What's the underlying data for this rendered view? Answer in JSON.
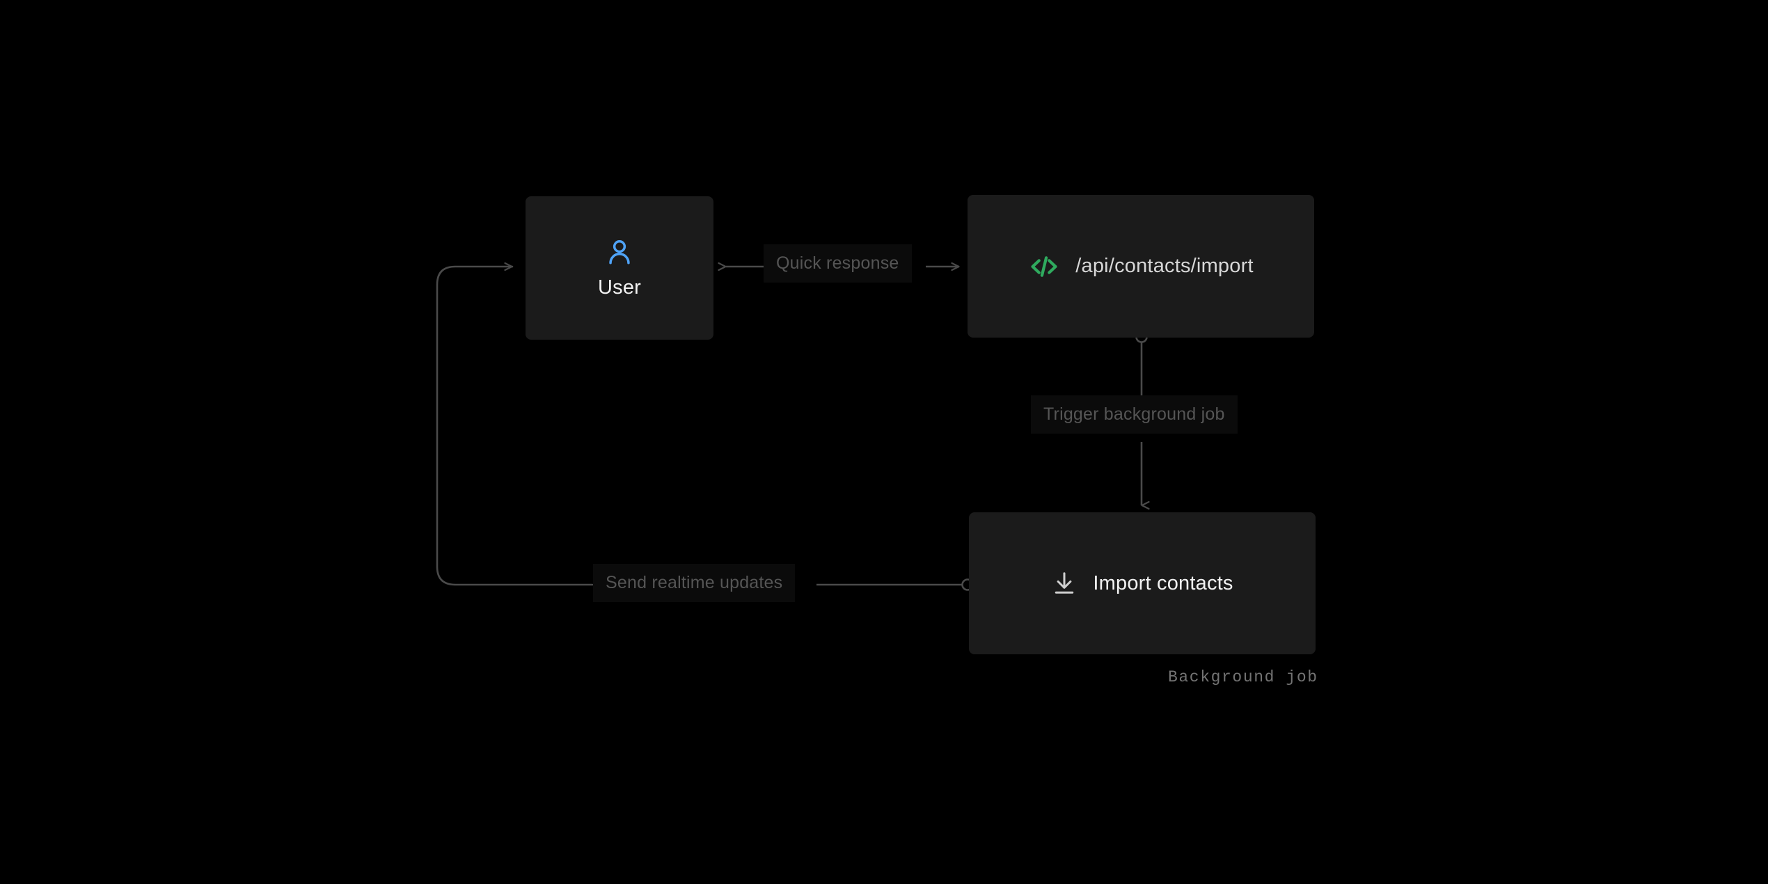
{
  "diagram": {
    "background_color": "#000000",
    "node_fill": "#1b1b1b",
    "edge_color": "#4a4a4a",
    "label_color": "#555555",
    "accent_blue": "#4fa3f7",
    "accent_green": "#2faa5e",
    "nodes": [
      {
        "id": "user",
        "label": "User",
        "icon": "user-icon",
        "icon_color": "#4fa3f7",
        "layout": "stacked"
      },
      {
        "id": "api",
        "label": "/api/contacts/import",
        "icon": "code-icon",
        "icon_color": "#2faa5e",
        "layout": "inline"
      },
      {
        "id": "job",
        "label": "Import contacts",
        "icon": "download-icon",
        "icon_color": "#d0d0d0",
        "layout": "inline",
        "caption": "Background job"
      }
    ],
    "edges": [
      {
        "id": "api-to-user",
        "label": "Quick response",
        "from": "api",
        "to": "user",
        "direction": "bidirectional"
      },
      {
        "id": "api-to-job",
        "label": "Trigger background job",
        "from": "api",
        "to": "job",
        "direction": "down"
      },
      {
        "id": "job-to-user",
        "label": "Send realtime updates",
        "from": "job",
        "to": "user",
        "direction": "loop-left"
      }
    ]
  }
}
